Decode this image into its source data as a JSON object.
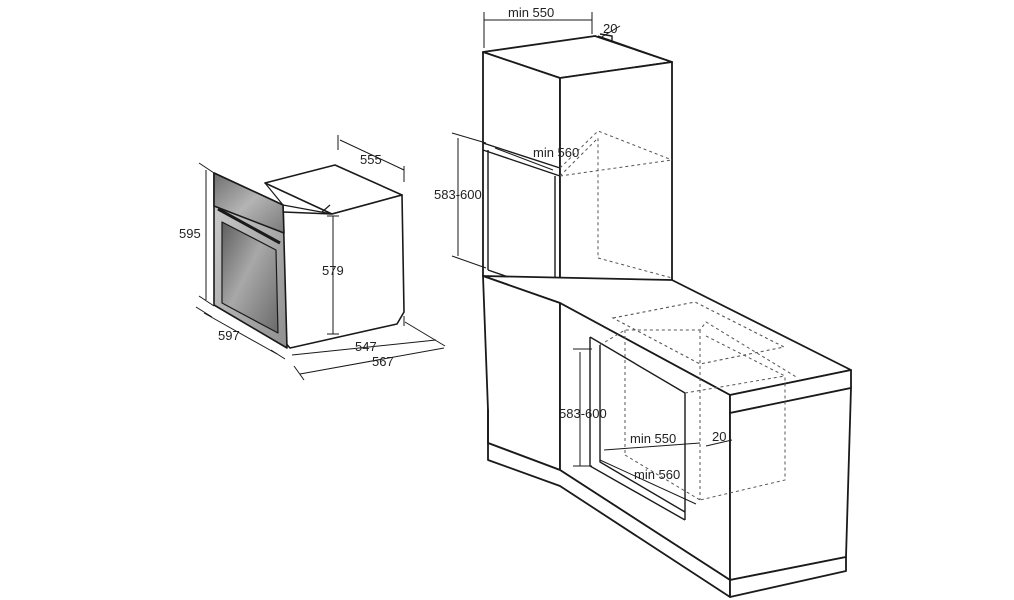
{
  "dimensions": {
    "oven": {
      "height": "595",
      "depth_top": "555",
      "body_height": "579",
      "width": "597",
      "body_depth": "547",
      "total_depth": "567"
    },
    "tall_unit": {
      "min_depth": "min 550",
      "gap": "20",
      "min_width": "min 560",
      "niche_height": "583-600"
    },
    "under_counter": {
      "niche_height": "583-600",
      "min_depth": "min 550",
      "gap": "20",
      "min_width": "min 560"
    }
  },
  "colors": {
    "line": "#1a1a1a",
    "dashed": "#555555",
    "oven_panel": "#9a9a9a",
    "oven_glass": "#8c8c8c",
    "oven_body": "#ffffff"
  }
}
